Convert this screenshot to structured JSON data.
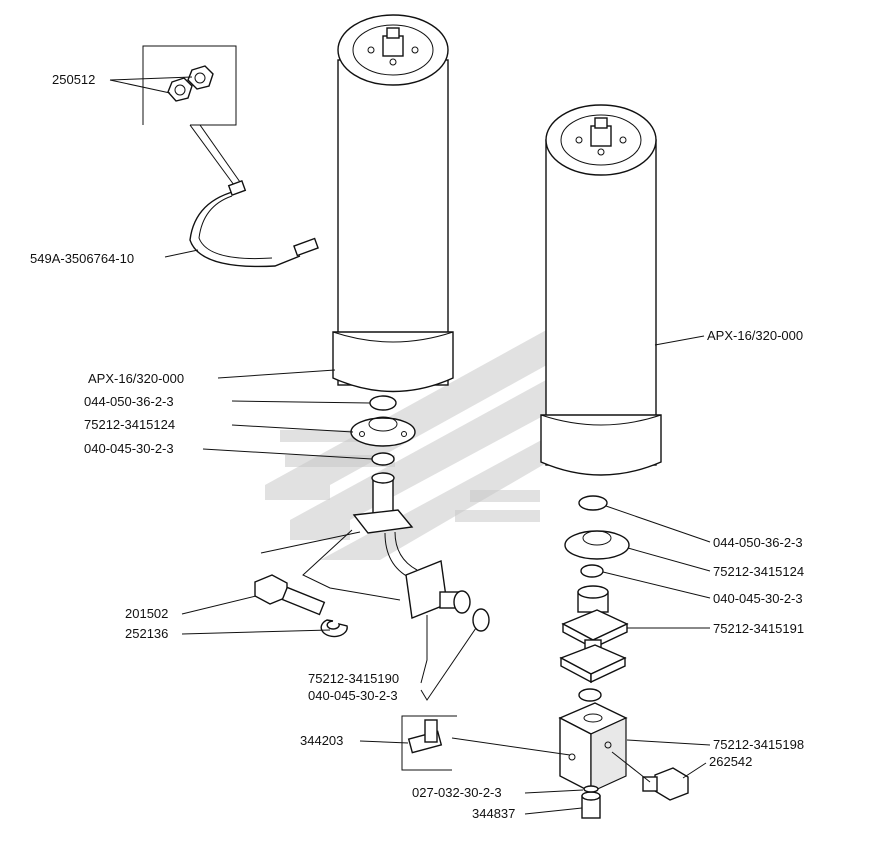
{
  "labels": {
    "nut": "250512",
    "clamp": "549A-3506764-10",
    "cylinder_left": "APX-16/320-000",
    "oring_left_top": "044-050-36-2-3",
    "flange_left": "75212-3415124",
    "oring_left_mid": "040-045-30-2-3",
    "bolt": "201502",
    "washer": "252136",
    "pipe": "75212-3415190",
    "oring_left_bottom": "040-045-30-2-3",
    "tee": "344203",
    "oring_small": "027-032-30-2-3",
    "fitting": "344837",
    "cylinder_right": "APX-16/320-000",
    "oring_right_top": "044-050-36-2-3",
    "flange_right": "75212-3415124",
    "oring_right_mid": "040-045-30-2-3",
    "block_plates": "75212-3415191",
    "block": "75212-3415198",
    "plug": "262542"
  },
  "colors": {
    "line": "#111111",
    "watermark": "#c9c9c9",
    "background": "#ffffff"
  }
}
